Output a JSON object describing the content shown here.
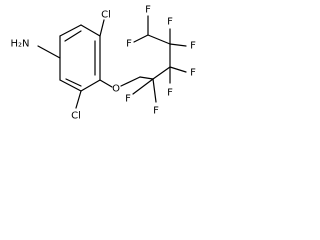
{
  "molecule": {
    "atoms": {
      "amine": "H₂N",
      "chloro_top": "Cl",
      "chloro_bottom": "Cl",
      "ether_oxygen": "O",
      "f1": "F",
      "f2": "F",
      "f3": "F",
      "f4": "F",
      "f5": "F",
      "f6": "F",
      "f7": "F",
      "f8": "F"
    }
  }
}
